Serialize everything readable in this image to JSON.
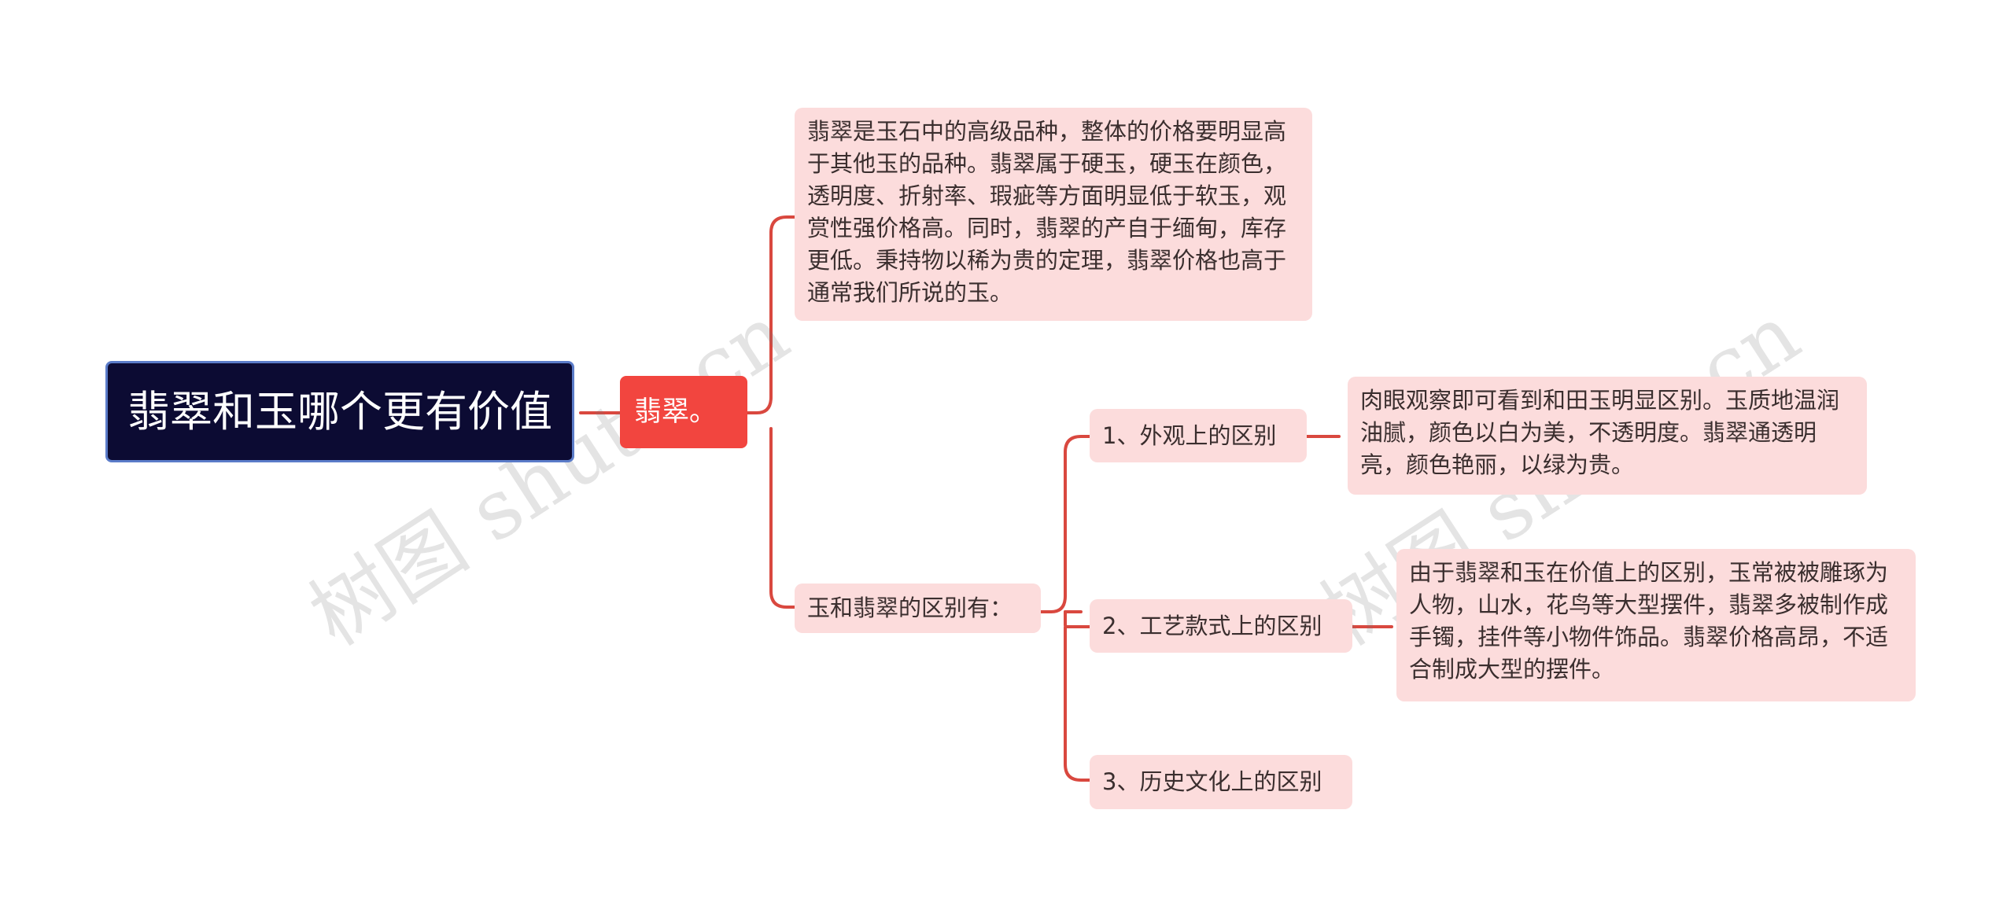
{
  "colors": {
    "root_bg": "#0c0b33",
    "root_border": "#5b7cc9",
    "main_bg": "#f2453f",
    "leaf_bg": "#fcdcdc",
    "connector": "#d9483f",
    "text": "#3a2e2e"
  },
  "root": {
    "label": "翡翠和玉哪个更有价值"
  },
  "main_topic": {
    "label": "翡翠。"
  },
  "branches": {
    "description": "翡翠是玉石中的高级品种，整体的价格要明显高于其他玉的品种。翡翠属于硬玉，硬玉在颜色，透明度、折射率、瑕疵等方面明显低于软玉，观赏性强价格高。同时，翡翠的产自于缅甸，库存更低。秉持物以稀为贵的定理，翡翠价格也高于通常我们所说的玉。",
    "differences": {
      "label": "玉和翡翠的区别有：",
      "items": [
        {
          "label": "1、外观上的区别",
          "detail": "肉眼观察即可看到和田玉明显区别。玉质地温润油腻，颜色以白为美，不透明度。翡翠通透明亮，颜色艳丽，以绿为贵。"
        },
        {
          "label": "2、工艺款式上的区别",
          "detail": "由于翡翠和玉在价值上的区别，玉常被被雕琢为人物，山水，花鸟等大型摆件，翡翠多被制作成手镯，挂件等小物件饰品。翡翠价格高昂，不适合制成大型的摆件。"
        },
        {
          "label": "3、历史文化上的区别",
          "detail": ""
        }
      ]
    }
  },
  "watermarks": {
    "left": "树图 shutu.cn",
    "right": "树图 shutu.cn"
  }
}
